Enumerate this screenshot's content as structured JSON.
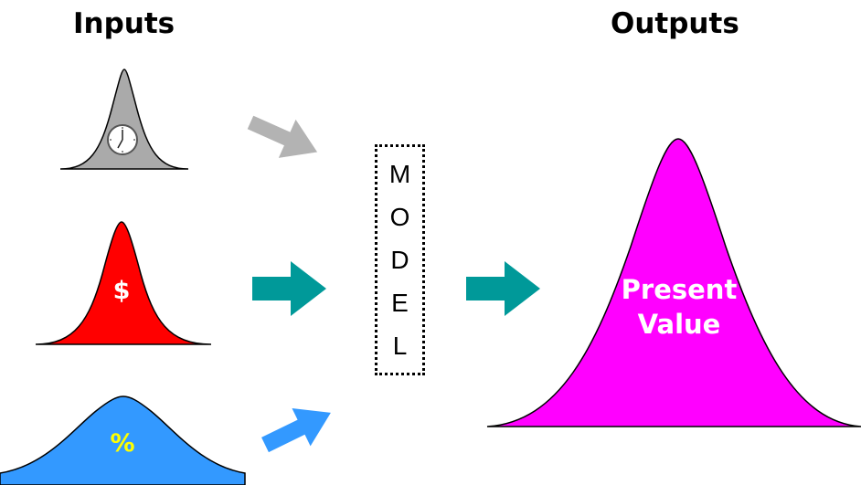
{
  "headings": {
    "inputs": "Inputs",
    "outputs": "Outputs"
  },
  "inputs": [
    {
      "id": "time",
      "icon": "clock-icon",
      "label": "",
      "color": "#aaaaaa"
    },
    {
      "id": "cash",
      "icon": "",
      "label": "$",
      "color": "#ff0000"
    },
    {
      "id": "rate",
      "icon": "",
      "label": "%",
      "color": "#3399ff"
    }
  ],
  "model": {
    "letters": [
      "M",
      "O",
      "D",
      "E",
      "L"
    ]
  },
  "output": {
    "label_line1": "Present",
    "label_line2": "Value",
    "color": "#ff00ff"
  },
  "colors": {
    "arrow_gray": "#b3b3b3",
    "arrow_teal": "#009999",
    "arrow_blue": "#3399ff",
    "outline": "#000000",
    "percent_text": "#ffff00"
  }
}
